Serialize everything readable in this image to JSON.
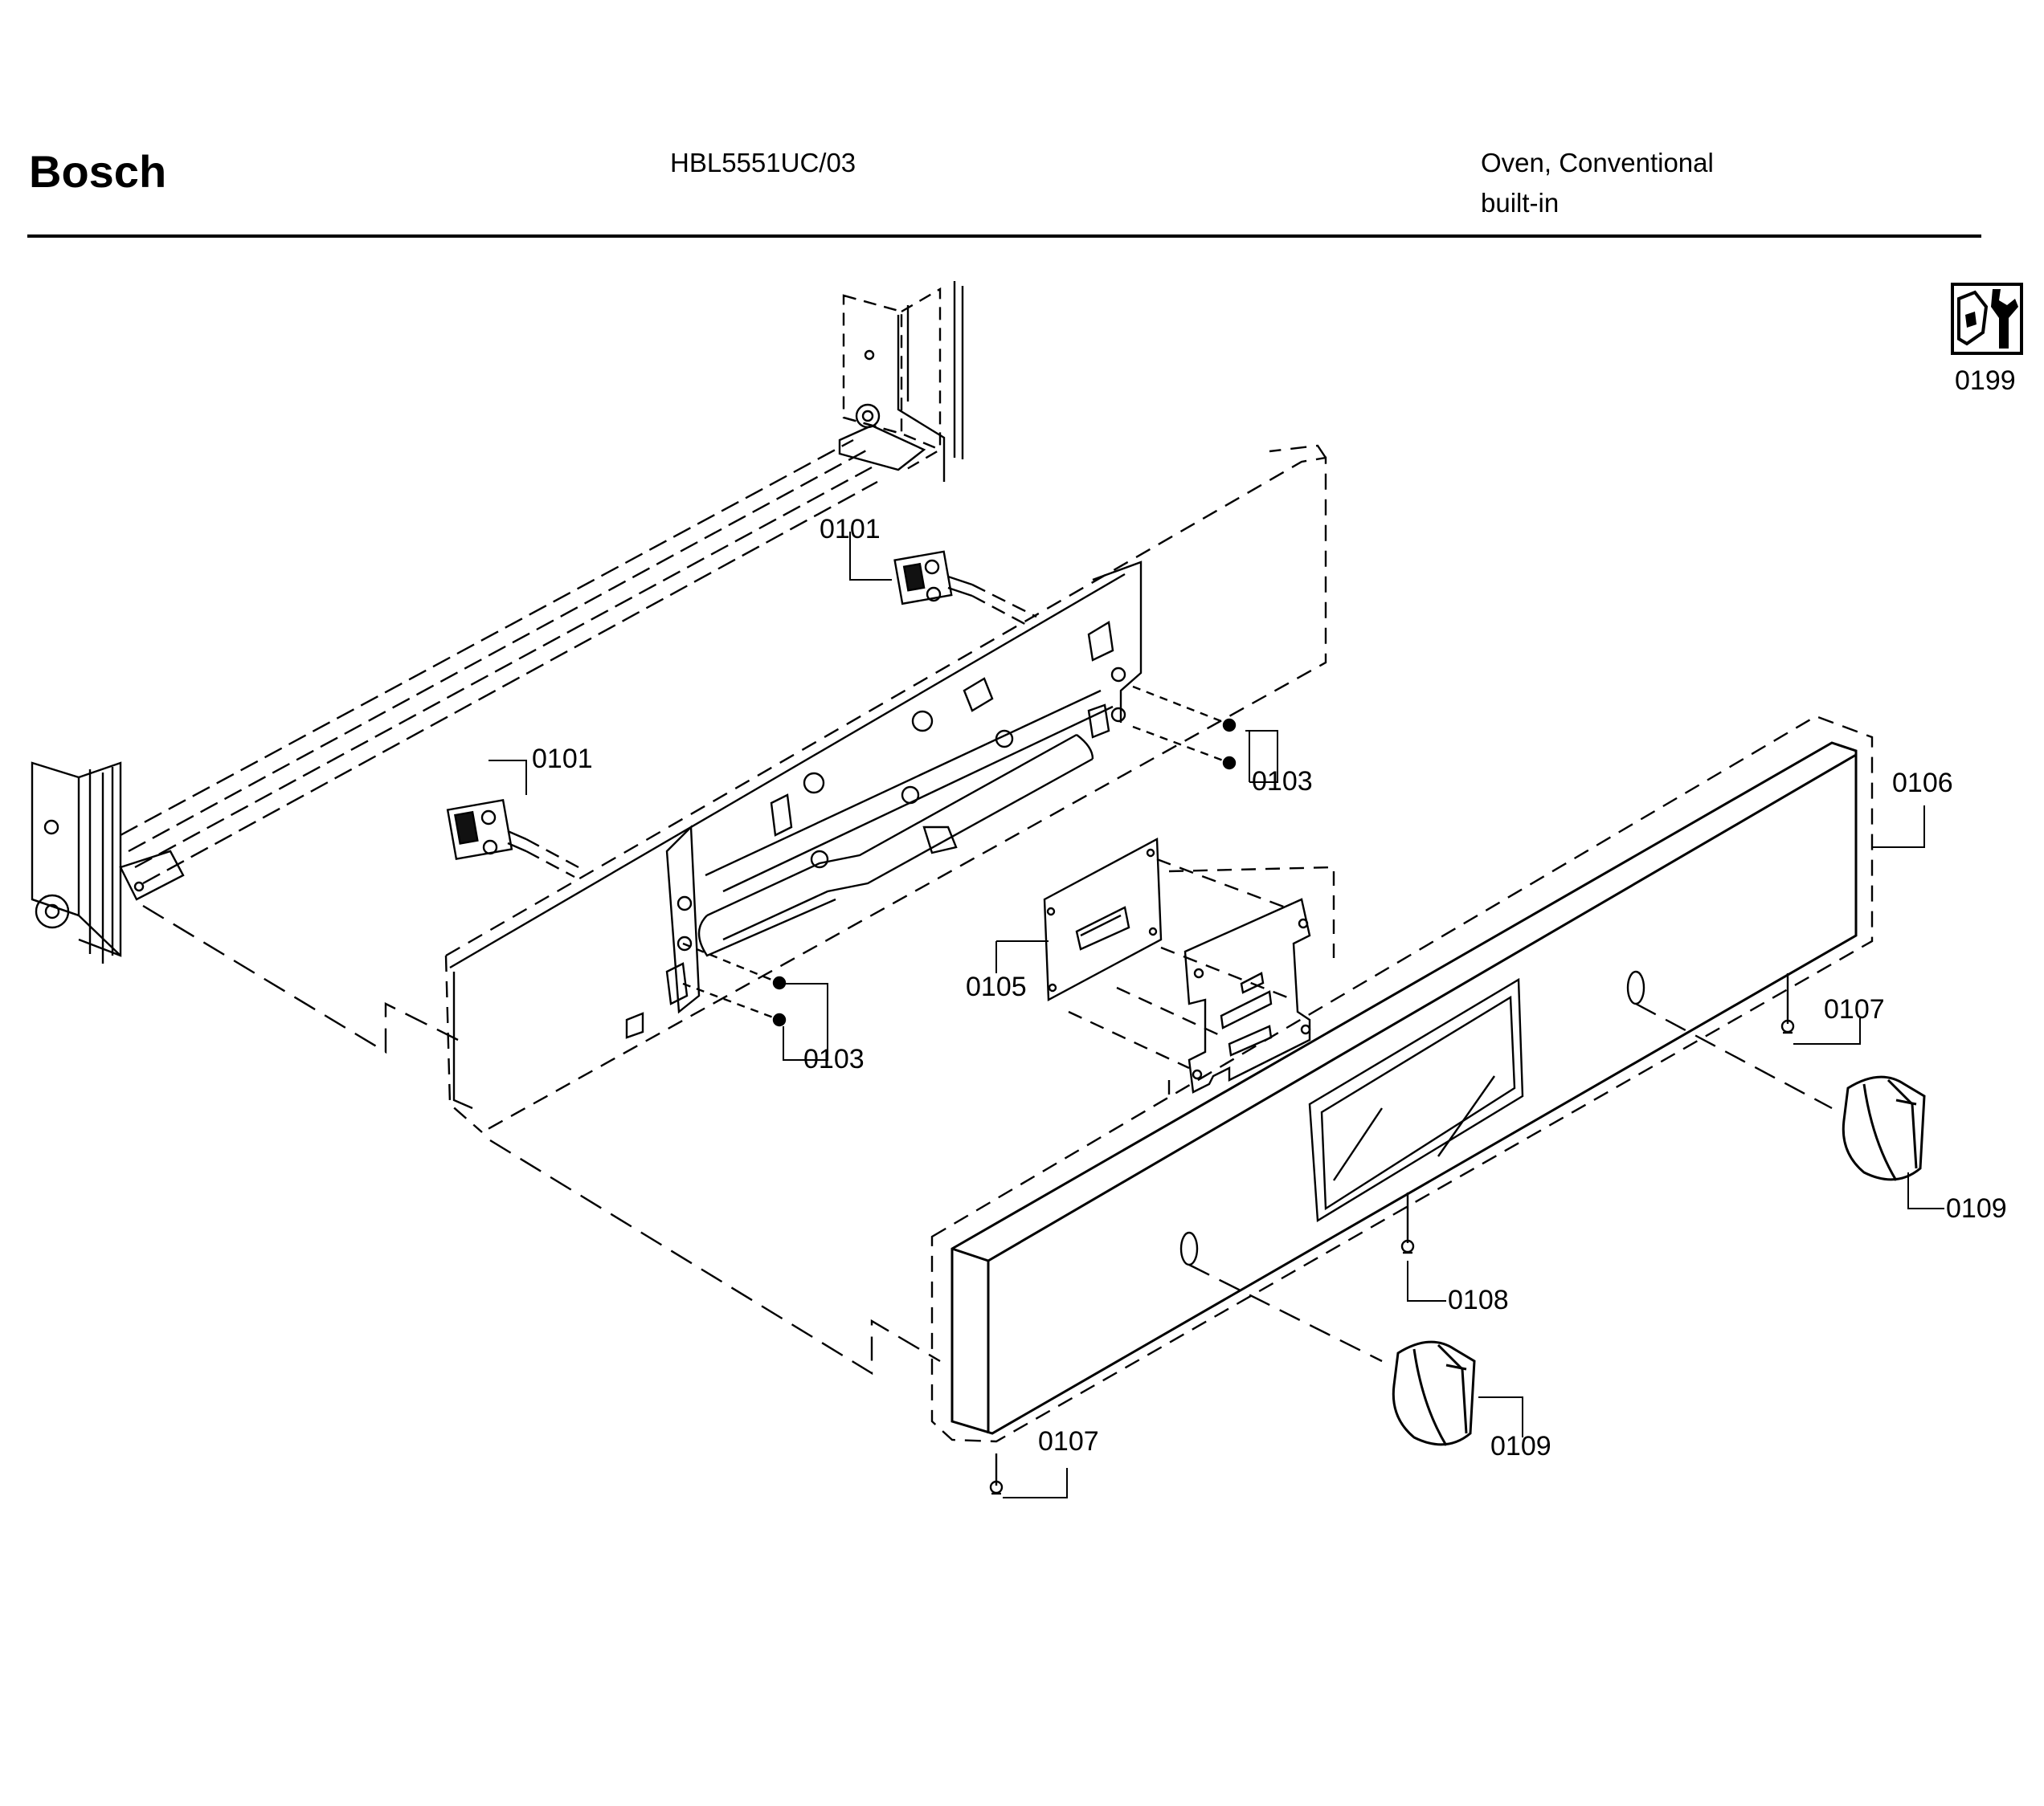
{
  "header": {
    "brand": "Bosch",
    "model": "HBL5551UC/03",
    "category": "Oven, Conventional",
    "subcategory": "built-in"
  },
  "tool_icon": {
    "icon": "service-tool-icon",
    "label": "0199"
  },
  "parts": [
    {
      "id": "0101"
    },
    {
      "id": "0103"
    },
    {
      "id": "0105"
    },
    {
      "id": "0106"
    },
    {
      "id": "0107"
    },
    {
      "id": "0108"
    },
    {
      "id": "0109"
    }
  ],
  "callouts": [
    {
      "label": "0101"
    },
    {
      "label": "0101"
    },
    {
      "label": "0103"
    },
    {
      "label": "0103"
    },
    {
      "label": "0105"
    },
    {
      "label": "0106"
    },
    {
      "label": "0107"
    },
    {
      "label": "0107"
    },
    {
      "label": "0108"
    },
    {
      "label": "0109"
    },
    {
      "label": "0109"
    }
  ]
}
